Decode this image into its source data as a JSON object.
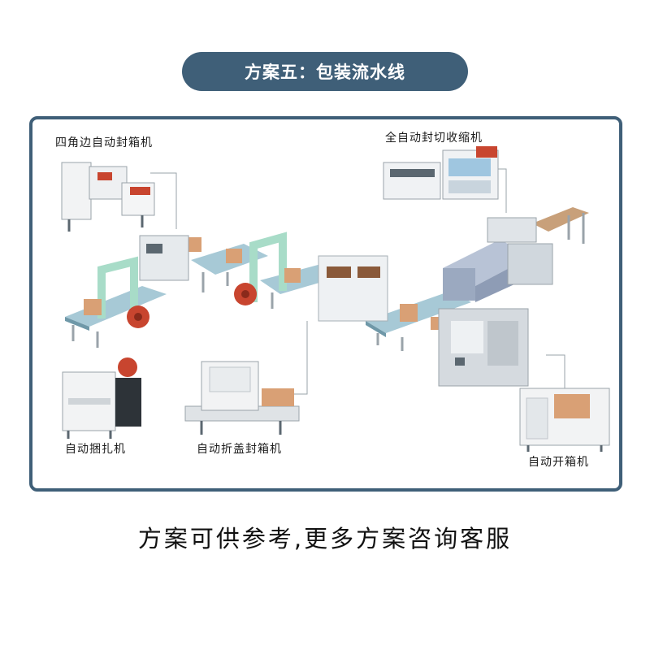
{
  "header": {
    "title": "方案五：包装流水线"
  },
  "machines": [
    {
      "key": "four_corner",
      "label": "四角边自动封箱机"
    },
    {
      "key": "shrink",
      "label": "全自动封切收缩机"
    },
    {
      "key": "strapping",
      "label": "自动捆扎机"
    },
    {
      "key": "fold_seal",
      "label": "自动折盖封箱机"
    },
    {
      "key": "erector",
      "label": "自动开箱机"
    }
  ],
  "footer": {
    "text": "方案可供参考,更多方案咨询客服"
  },
  "colors": {
    "accent": "#3f5f78",
    "conveyor": "#8fb9c8",
    "frame_steel": "#c9cfd4",
    "cardboard": "#d9a075",
    "mint_frame": "#a8dcc8",
    "tape_red": "#c8452f"
  }
}
